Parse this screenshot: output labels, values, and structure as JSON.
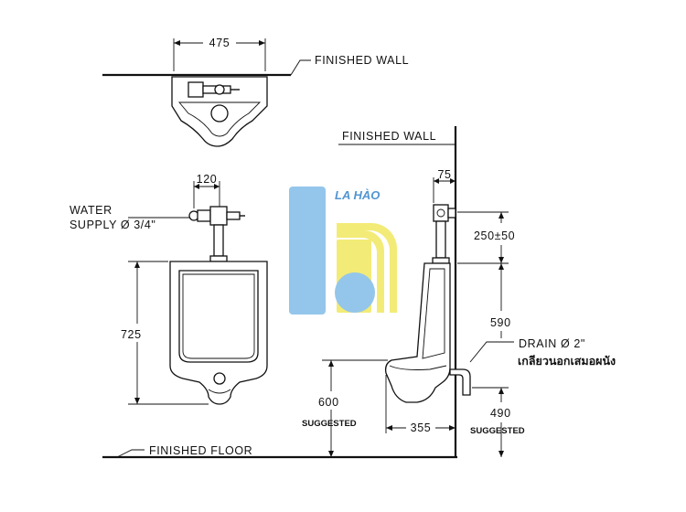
{
  "top_view": {
    "width_dim": "475",
    "wall_label": "FINISHED WALL"
  },
  "front_view": {
    "valve_dim": "120",
    "water_supply_line1": "WATER",
    "water_supply_line2": "SUPPLY Ø 3/4\"",
    "height_dim": "725"
  },
  "side_view": {
    "wall_label": "FINISHED WALL",
    "offset_dim": "75",
    "valve_height_dim": "250±50",
    "body_dim": "590",
    "drain_label": "DRAIN Ø 2\"",
    "drain_note_thai": "เกลียวนอกเสมอผนัง",
    "rim_dim": "600",
    "rim_note": "SUGGESTED",
    "depth_dim": "355",
    "drain_height_dim": "490",
    "drain_note": "SUGGESTED"
  },
  "floor_label": "FINISHED FLOOR",
  "watermark": {
    "text": "LA HÀO",
    "colors": {
      "blue": "#8fc3ea",
      "yellow": "#f3ea70",
      "text": "#4a90d0"
    }
  }
}
